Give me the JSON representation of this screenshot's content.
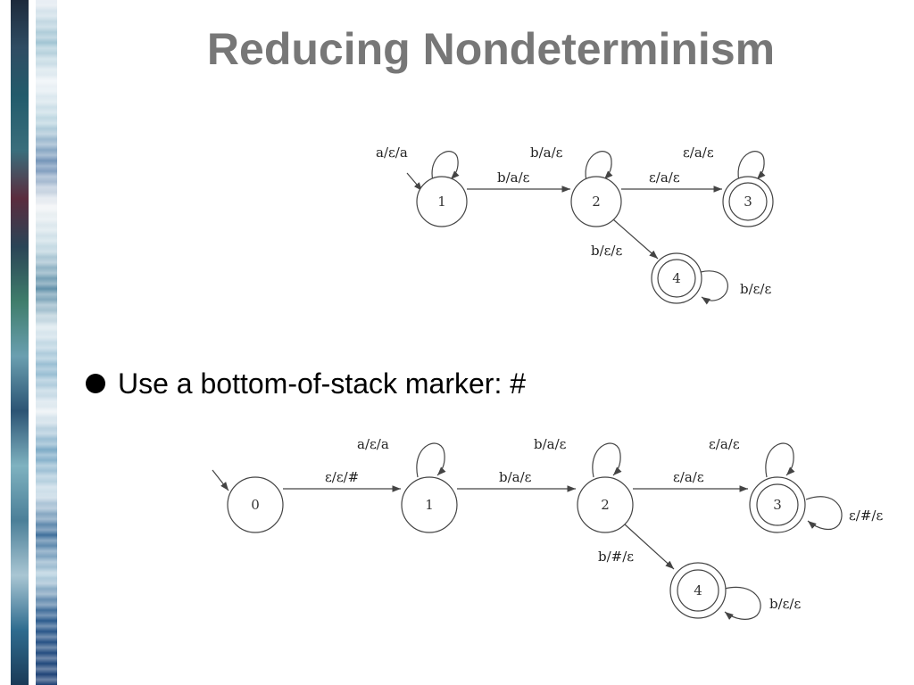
{
  "title": "Reducing Nondeterminism",
  "bullet": "Use a bottom-of-stack marker: #",
  "diagram1": {
    "states": [
      "1",
      "2",
      "3",
      "4"
    ],
    "labels": {
      "loop1": "a/ε/a",
      "e12": "b/a/ε",
      "loop2": "b/a/ε",
      "e23": "ε/a/ε",
      "loop3": "ε/a/ε",
      "e24": "b/ε/ε",
      "loop4": "b/ε/ε"
    }
  },
  "diagram2": {
    "states": [
      "0",
      "1",
      "2",
      "3",
      "4"
    ],
    "labels": {
      "e01": "ε/ε/#",
      "loop1": "a/ε/a",
      "e12": "b/a/ε",
      "loop2": "b/a/ε",
      "e23": "ε/a/ε",
      "loop3top": "ε/a/ε",
      "loop3right": "ε/#/ε",
      "e24": "b/#/ε",
      "loop4": "b/ε/ε"
    }
  }
}
